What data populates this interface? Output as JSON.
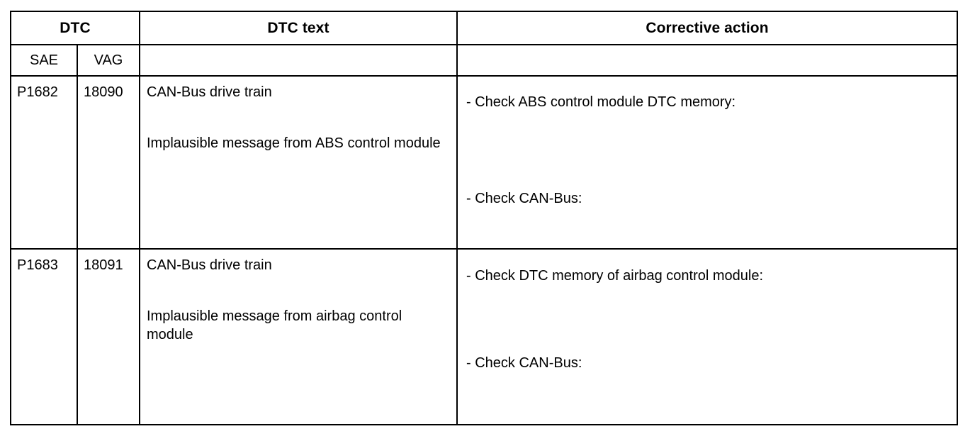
{
  "table": {
    "header": {
      "group_label": "DTC",
      "dtc_text_label": "DTC text",
      "corrective_action_label": "Corrective action",
      "sub": {
        "sae_label": "SAE",
        "vag_label": "VAG",
        "dtc_text_blank": "",
        "corrective_blank": ""
      }
    },
    "rows": [
      {
        "sae": "P1682",
        "vag": "18090",
        "dtc_text": {
          "title": "CAN-Bus drive train",
          "description": "Implausible message from ABS control module"
        },
        "corrective_action": [
          "- Check ABS control module DTC memory:",
          "- Check CAN-Bus:"
        ]
      },
      {
        "sae": "P1683",
        "vag": "18091",
        "dtc_text": {
          "title": "CAN-Bus drive train",
          "description": "Implausible message from airbag control module"
        },
        "corrective_action": [
          "- Check DTC memory of airbag control module:",
          "- Check CAN-Bus:"
        ]
      }
    ]
  },
  "colors": {
    "border": "#000000",
    "text": "#000000",
    "background": "#ffffff"
  }
}
